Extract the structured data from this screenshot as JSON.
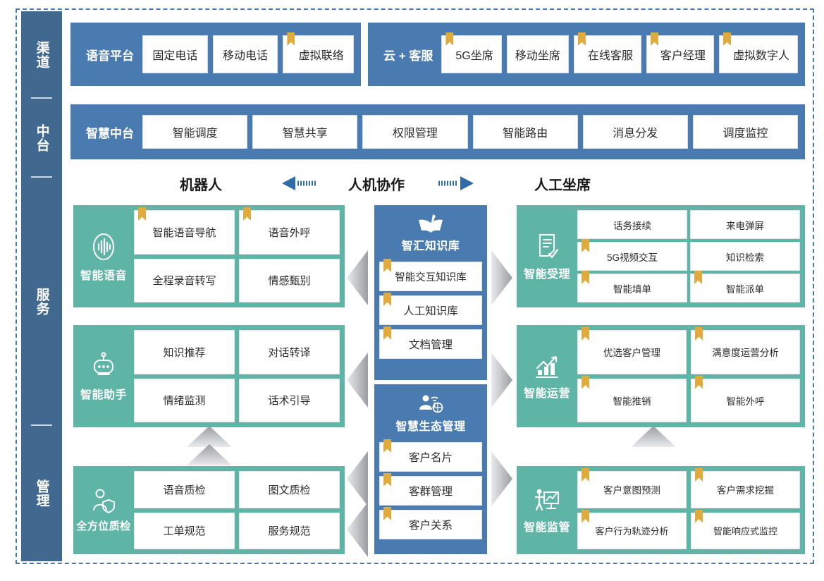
{
  "rail": {
    "sections": [
      {
        "label": "渠道"
      },
      {
        "label": "中台"
      },
      {
        "label": "服务"
      },
      {
        "label": "管理"
      }
    ]
  },
  "channel_row": {
    "groups": [
      {
        "title": "语音平台",
        "items": [
          {
            "label": "固定电话",
            "ribbon": false
          },
          {
            "label": "移动电话",
            "ribbon": false
          },
          {
            "label": "虚拟联络",
            "ribbon": true
          }
        ]
      },
      {
        "title": "云 + 客服",
        "items": [
          {
            "label": "5G坐席",
            "ribbon": true
          },
          {
            "label": "移动坐席",
            "ribbon": false
          },
          {
            "label": "在线客服",
            "ribbon": true
          },
          {
            "label": "客户经理",
            "ribbon": true
          },
          {
            "label": "虚拟数字人",
            "ribbon": true
          }
        ]
      }
    ]
  },
  "platform_row": {
    "title": "智慧中台",
    "items": [
      {
        "label": "智能调度",
        "ribbon": false
      },
      {
        "label": "智慧共享",
        "ribbon": false
      },
      {
        "label": "权限管理",
        "ribbon": false
      },
      {
        "label": "智能路由",
        "ribbon": false
      },
      {
        "label": "消息分发",
        "ribbon": false
      },
      {
        "label": "调度监控",
        "ribbon": false
      }
    ]
  },
  "column_headings": {
    "left": "机器人",
    "center": "人机协作",
    "right": "人工坐席",
    "arrow_left": "left-dashed-arrow",
    "arrow_right": "right-dashed-arrow"
  },
  "left_column": [
    {
      "name": "智能语音",
      "icon": "voice-wave-icon",
      "cells": [
        {
          "label": "智能语音导航",
          "ribbon": true
        },
        {
          "label": "语音外呼",
          "ribbon": true
        },
        {
          "label": "全程录音转写",
          "ribbon": false
        },
        {
          "label": "情感甄别",
          "ribbon": false
        }
      ]
    },
    {
      "name": "智能助手",
      "icon": "robot-icon",
      "cells": [
        {
          "label": "知识推荐",
          "ribbon": false
        },
        {
          "label": "对话转译",
          "ribbon": false
        },
        {
          "label": "情绪监测",
          "ribbon": false
        },
        {
          "label": "话术引导",
          "ribbon": false
        }
      ]
    },
    {
      "name": "全方位质检",
      "icon": "person-shield-icon",
      "cells": [
        {
          "label": "语音质检",
          "ribbon": false
        },
        {
          "label": "图文质检",
          "ribbon": false
        },
        {
          "label": "工单规范",
          "ribbon": false
        },
        {
          "label": "服务规范",
          "ribbon": false
        }
      ]
    }
  ],
  "center_column": [
    {
      "title": "智汇知识库",
      "icon": "book-pen-icon",
      "rows": [
        {
          "label": "智能交互知识库",
          "ribbon": true
        },
        {
          "label": "人工知识库",
          "ribbon": true
        },
        {
          "label": "文档管理",
          "ribbon": true
        }
      ]
    },
    {
      "title": "智慧生态管理",
      "icon": "person-network-icon",
      "rows": [
        {
          "label": "客户名片",
          "ribbon": true
        },
        {
          "label": "客群管理",
          "ribbon": true
        },
        {
          "label": "客户关系",
          "ribbon": true
        }
      ]
    }
  ],
  "right_column": [
    {
      "name": "智能受理",
      "icon": "form-check-icon",
      "cells": [
        {
          "label": "话务接续",
          "ribbon": false
        },
        {
          "label": "来电弹屏",
          "ribbon": false
        },
        {
          "label": "5G视频交互",
          "ribbon": true
        },
        {
          "label": "知识检索",
          "ribbon": false
        },
        {
          "label": "智能填单",
          "ribbon": true
        },
        {
          "label": "智能派单",
          "ribbon": true
        }
      ]
    },
    {
      "name": "智能运营",
      "icon": "chart-up-icon",
      "cells": [
        {
          "label": "优选客户管理",
          "ribbon": true
        },
        {
          "label": "满意度运营分析",
          "ribbon": true
        },
        {
          "label": "智能推销",
          "ribbon": true
        },
        {
          "label": "智能外呼",
          "ribbon": true
        }
      ]
    },
    {
      "name": "智能监管",
      "icon": "presenter-board-icon",
      "cells": [
        {
          "label": "客户意图预测",
          "ribbon": true
        },
        {
          "label": "客户需求挖掘",
          "ribbon": true
        },
        {
          "label": "客户行为轨迹分析",
          "ribbon": true
        },
        {
          "label": "智能响应式监控",
          "ribbon": true
        }
      ]
    }
  ],
  "colors": {
    "blue": "#4a7bb0",
    "rail_blue": "#41688f",
    "green": "#5eb5a6",
    "ribbon_gold": "#e0aa3e",
    "chevron_gray": "#b9bcc0",
    "frame_dash": "#4a7bb0"
  }
}
